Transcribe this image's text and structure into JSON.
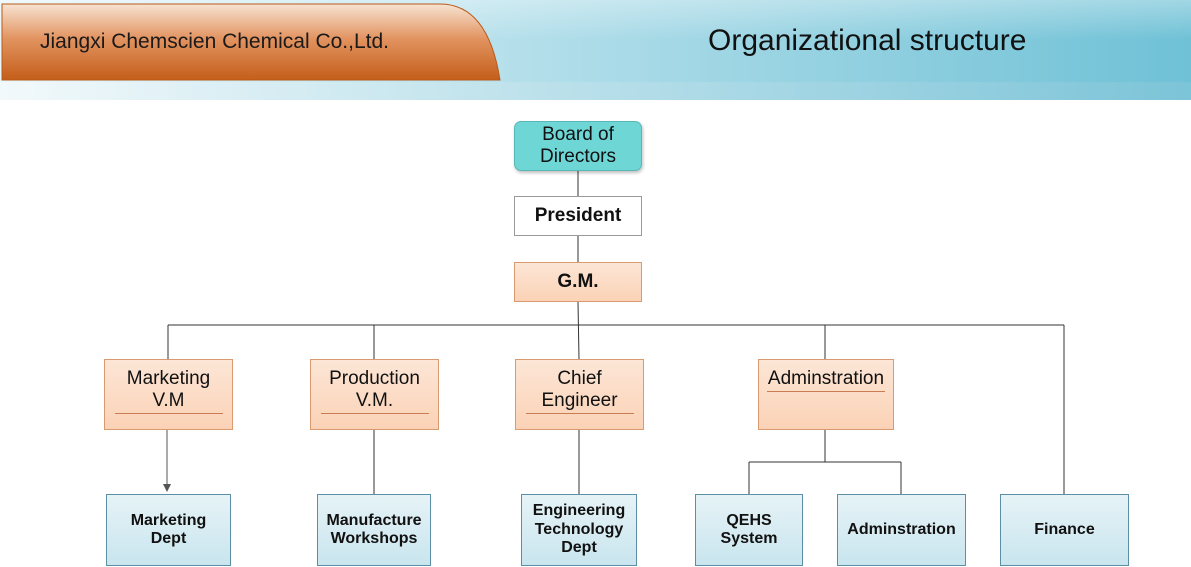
{
  "header": {
    "company": "Jiangxi Chemscien Chemical Co.,Ltd.",
    "title": "Organizational structure"
  },
  "colors": {
    "header_orange": "#c8651e",
    "header_blue": "#6fc1d6",
    "board_fill": "#6fd6d6",
    "exec_fill": "#fbd8c0",
    "dept_fill": "#d4ebf2"
  },
  "org": {
    "board": "Board of Directors",
    "president": "President",
    "gm": "G.M.",
    "executives": {
      "marketing": "Marketing V.M",
      "production": "Production V.M.",
      "chief_engineer": "Chief Engineer",
      "administration": "Adminstration"
    },
    "departments": {
      "marketing_dept": "Marketing Dept",
      "manufacture": "Manufacture Workshops",
      "engineering": "Engineering Technology Dept",
      "qehs": "QEHS System",
      "administration": "Adminstration",
      "finance": "Finance"
    }
  }
}
